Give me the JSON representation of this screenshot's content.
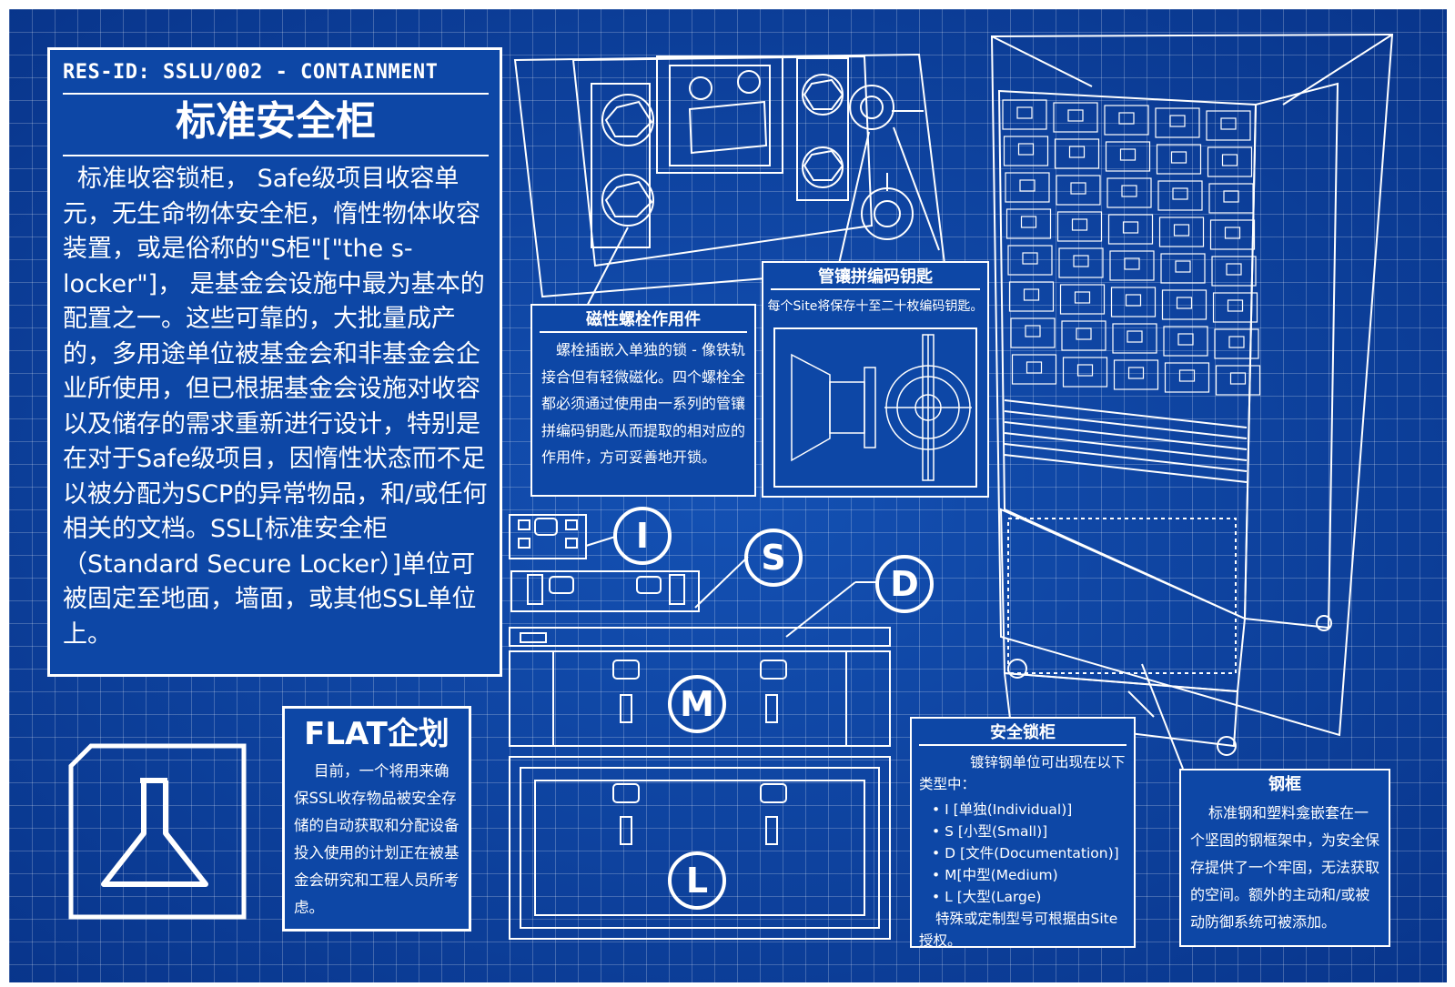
{
  "main": {
    "res_id": "RES-ID: SSLU/002 - CONTAINMENT",
    "title": "标准安全柜",
    "body": "标准收容锁柜， Safe级项目收容单元，无生命物体安全柜，惰性物体收容装置，或是俗称的\"S柜\"[\"the s-locker\"]， 是基金会设施中最为基本的配置之一。这些可靠的，大批量成产的，多用途单位被基金会和非基金会企业所使用，但已根据基金会设施对收容以及储存的需求重新进行设计，特别是在对于Safe级项目，因惰性状态而不足以被分配为SCP的异常物品，和/或任何相关的文档。SSL[标准安全柜（Standard Secure Locker）]单位可被固定至地面，墙面，或其他SSL单位上。"
  },
  "flat": {
    "title": "FLAT企划",
    "body": "目前，一个将用来确保SSL收存物品被安全存储的自动获取和分配设备投入使用的计划正在被基金会研究和工程人员所考虑。"
  },
  "bolt": {
    "title": "磁性螺栓作用件",
    "body": "螺栓插嵌入单独的锁 - 像铁轨接合但有轻微磁化。四个螺栓全都必须通过使用由一系列的管镶拼编码钥匙从而提取的相对应的作用件，方可妥善地开锁。"
  },
  "key": {
    "title": "管镶拼编码钥匙",
    "body": "每个Site将保存十至二十枚编码钥匙。"
  },
  "locker": {
    "title": "安全锁柜",
    "intro": "镀锌钢单位可出现在以下类型中：",
    "types": [
      "I [单独(Individual)]",
      "S [小型(Small)]",
      "D [文件(Documentation)]",
      "M[中型(Medium)",
      "L [大型(Large)"
    ],
    "outro": "特殊或定制型号可根据由Site授权。"
  },
  "frame": {
    "title": "钢框",
    "body": "标准钢和塑料龛嵌套在一个坚固的钢框架中，为安全保存提供了一个牢固，无法获取的空间。额外的主动和/或被动防御系统可被添加。"
  },
  "size_labels": {
    "i": "I",
    "s": "S",
    "d": "D",
    "m": "M",
    "l": "L"
  },
  "colors": {
    "blueprint": "#0d47a6",
    "line": "#ffffff"
  },
  "icons": {
    "flask": "flask-icon"
  }
}
